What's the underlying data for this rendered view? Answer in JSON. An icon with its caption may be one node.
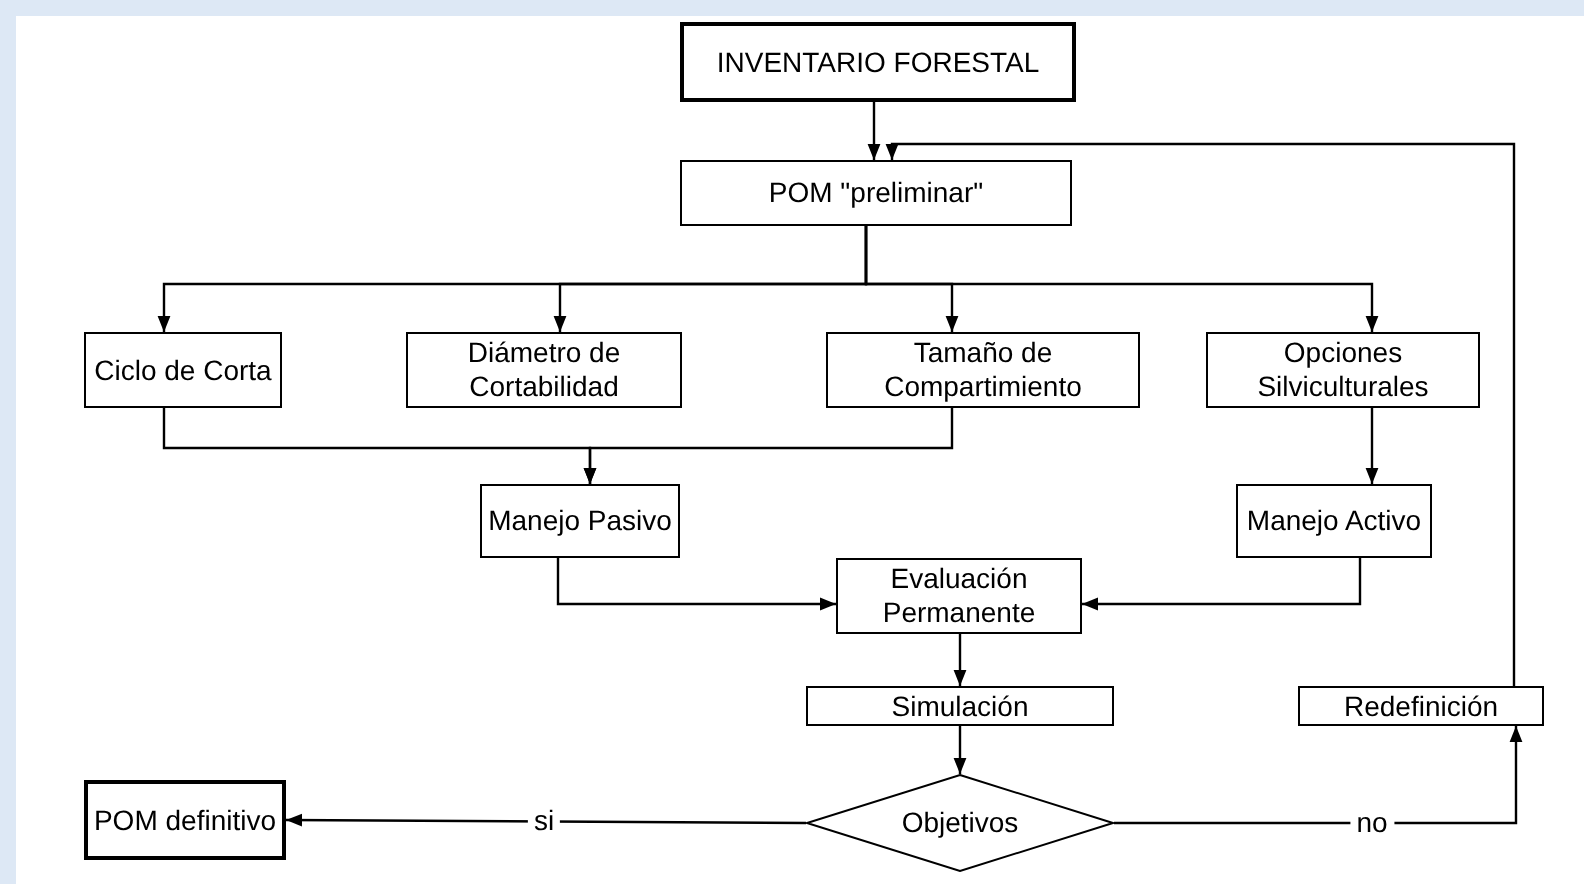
{
  "diagram": {
    "nodes": [
      {
        "text": [
          "INVENTARIO FORESTAL"
        ]
      },
      {
        "text": [
          "POM \"preliminar\""
        ]
      },
      {
        "text": [
          "Ciclo de Corta"
        ]
      },
      {
        "text": [
          "Diámetro de Cortabilidad"
        ]
      },
      {
        "text": [
          "Tamaño de Compartimiento"
        ]
      },
      {
        "text": [
          "Opciones Silviculturales"
        ]
      },
      {
        "text": [
          "Manejo Pasivo"
        ]
      },
      {
        "text": [
          "Manejo Activo"
        ]
      },
      {
        "text": [
          "Evaluación Permanente"
        ]
      },
      {
        "text": [
          "Simulación"
        ]
      },
      {
        "text": [
          "Redefinición"
        ]
      },
      {
        "text": [
          "Objetivos"
        ]
      },
      {
        "text": [
          "POM definitivo"
        ]
      }
    ],
    "edges": [
      {
        "from": 0,
        "to": 1,
        "arrow": "to"
      },
      {
        "from": 1,
        "to": 2,
        "arrow": "to"
      },
      {
        "from": 1,
        "to": 3,
        "arrow": "to"
      },
      {
        "from": 1,
        "to": 4,
        "arrow": "to"
      },
      {
        "from": 1,
        "to": 5,
        "arrow": "to"
      },
      {
        "from": 2,
        "to": 6,
        "arrow": "to"
      },
      {
        "from": 4,
        "to": 6,
        "arrow": "to"
      },
      {
        "from": 5,
        "to": 7,
        "arrow": "to"
      },
      {
        "from": 6,
        "to": 8,
        "arrow": "to"
      },
      {
        "from": 7,
        "to": 8,
        "arrow": "to"
      },
      {
        "from": 8,
        "to": 9,
        "arrow": "to"
      },
      {
        "from": 9,
        "to": 11,
        "arrow": "to"
      },
      {
        "from": 11,
        "to": 12,
        "arrow": "to",
        "label": "si"
      },
      {
        "from": 11,
        "to": 10,
        "arrow": "to",
        "label": "no"
      },
      {
        "from": 10,
        "to": 1,
        "arrow": "to"
      }
    ]
  }
}
